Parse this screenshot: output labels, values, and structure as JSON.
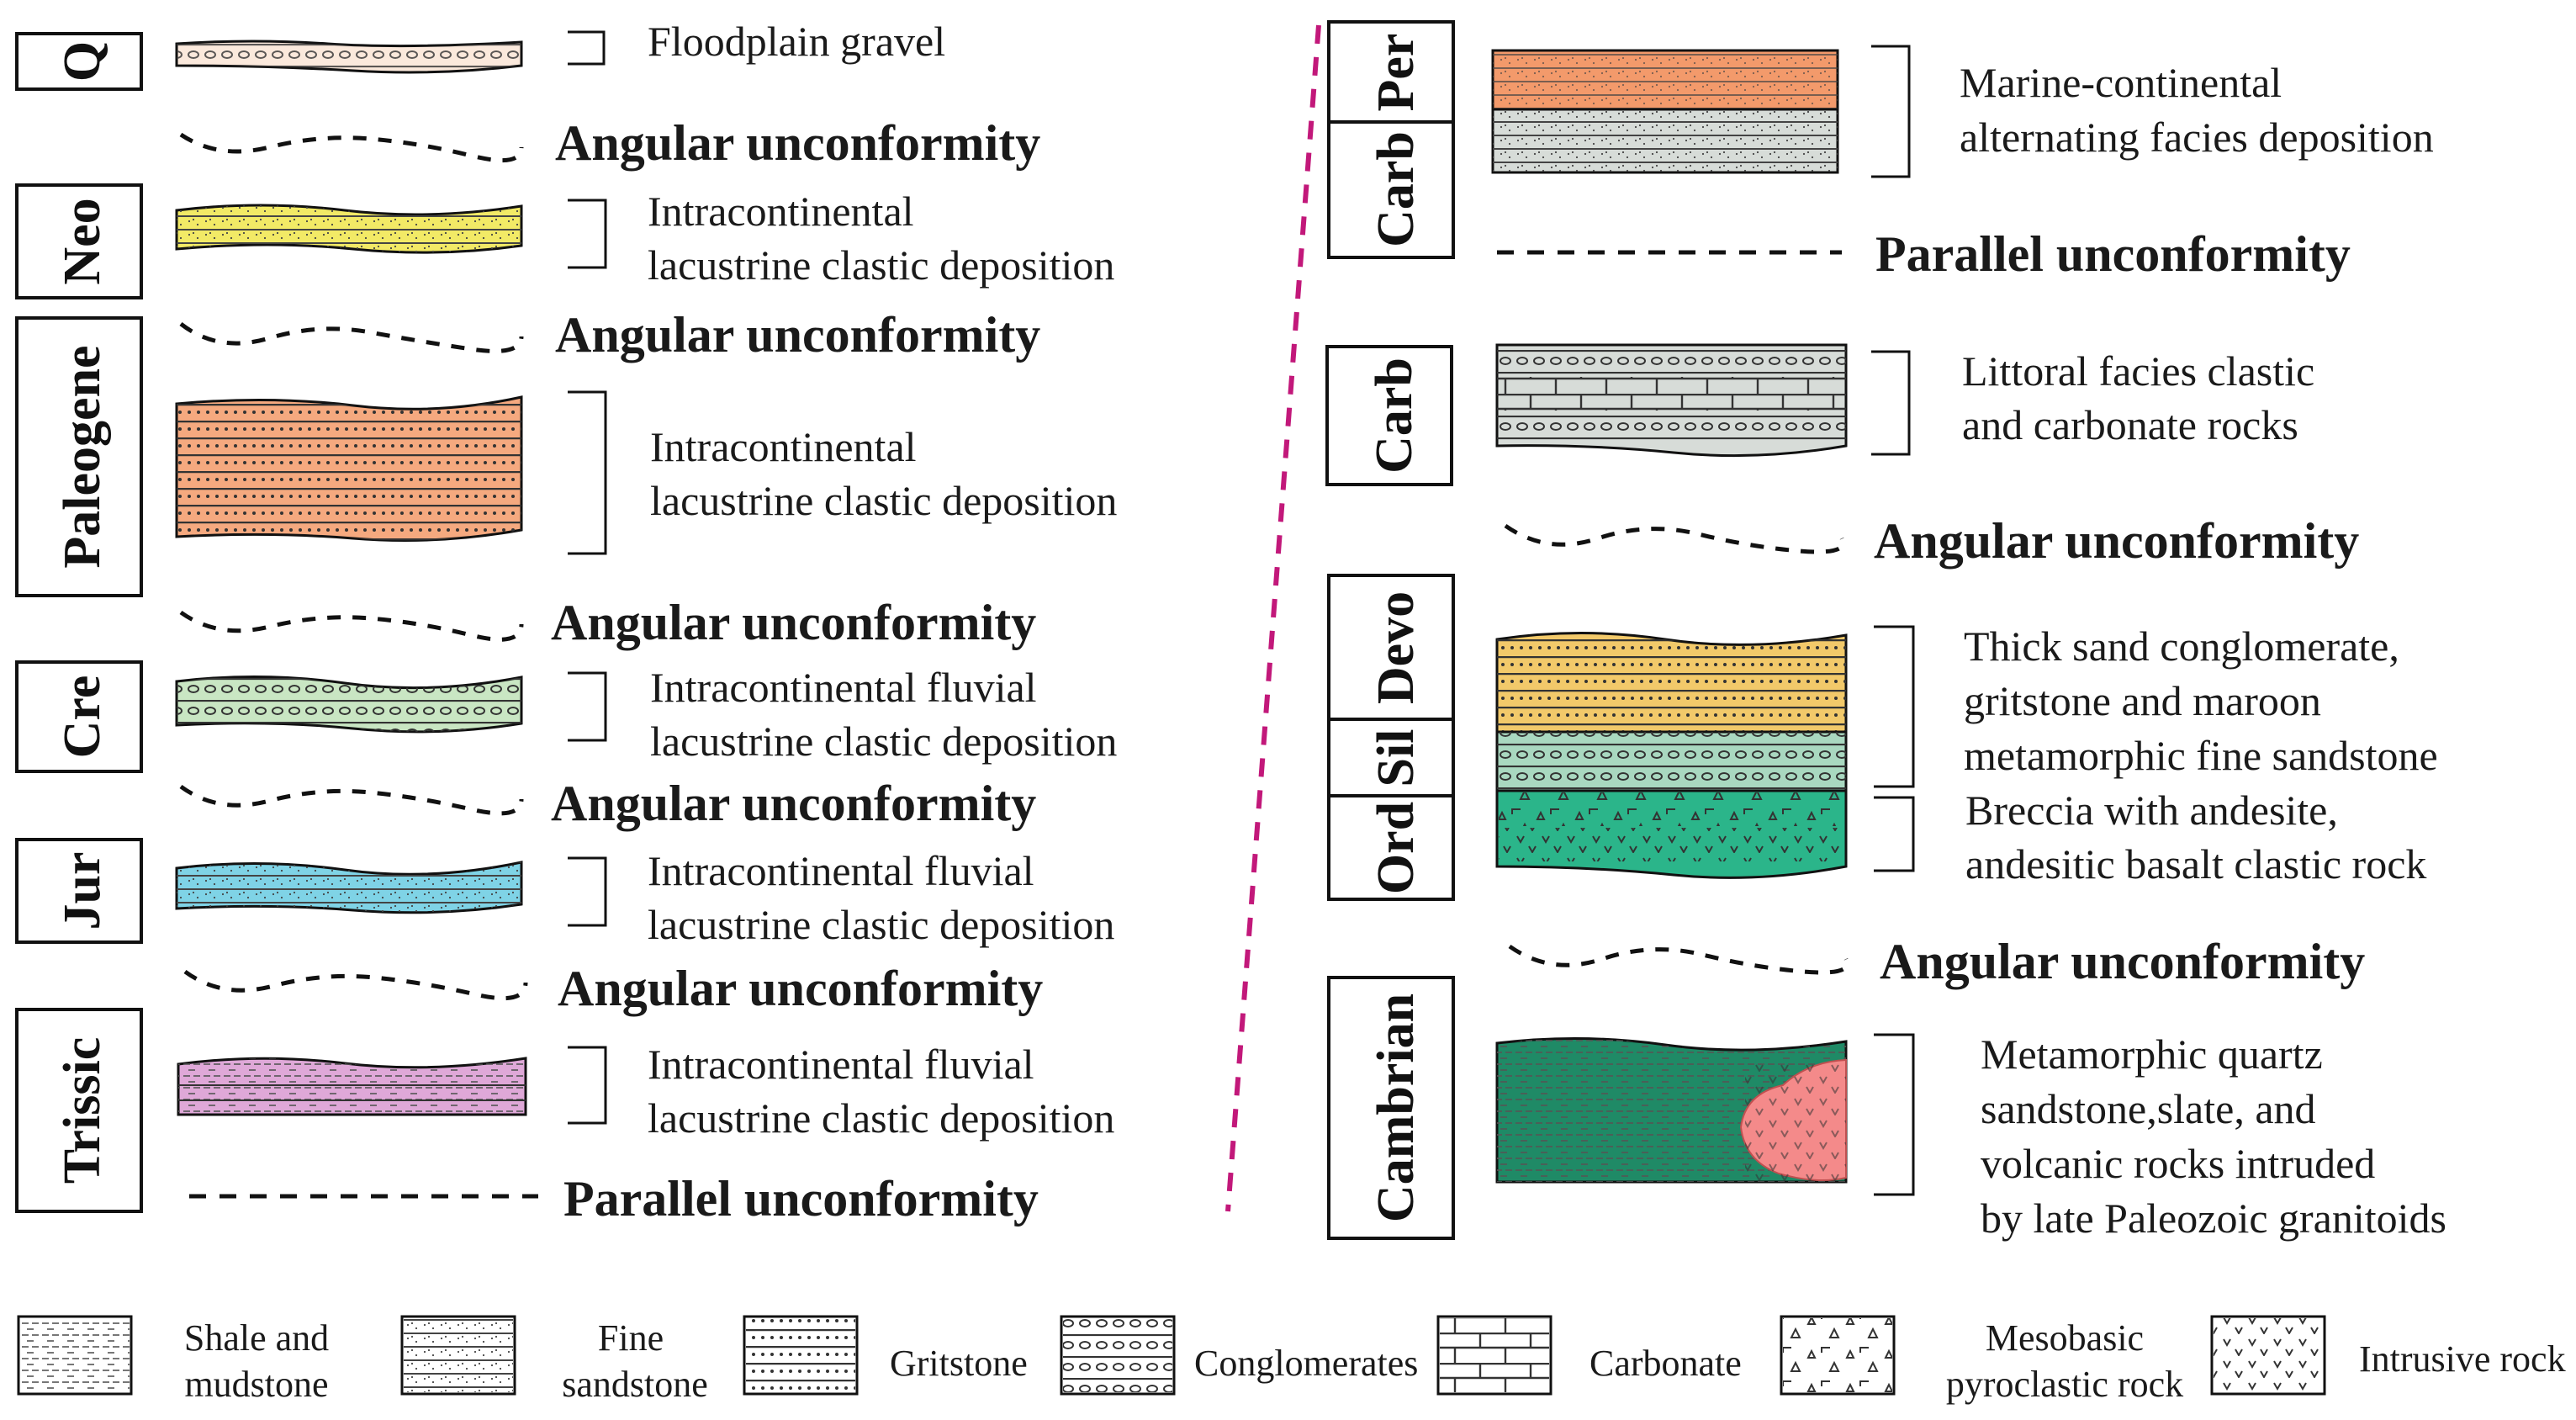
{
  "left_column": [
    {
      "era": "Q",
      "layer": "floodplain-gravel",
      "fill": "#fbe9dc",
      "pattern": "pat-conglomerate",
      "desc": [
        "Floodplain gravel"
      ]
    },
    {
      "unconformity": "Angular unconformity"
    },
    {
      "era": "Neo",
      "layer": "neogene",
      "fill": "#f2ea66",
      "pattern": "pat-fine",
      "desc": [
        "Intracontinental",
        "lacustrine clastic deposition"
      ]
    },
    {
      "unconformity": "Angular unconformity"
    },
    {
      "era": "Paleogene",
      "layer": "paleogene",
      "fill": "#f5a97f",
      "pattern": "pat-grit",
      "desc": [
        "Intracontinental",
        "lacustrine clastic deposition"
      ]
    },
    {
      "unconformity": "Angular unconformity"
    },
    {
      "era": "Cre",
      "layer": "cretaceous",
      "fill": "#c9e6c3",
      "pattern": "pat-conglomerate",
      "desc": [
        "Intracontinental fluvial",
        "lacustrine clastic deposition"
      ]
    },
    {
      "unconformity": "Angular unconformity"
    },
    {
      "era": "Jur",
      "layer": "jurassic",
      "fill": "#7fd3e6",
      "pattern": "pat-fine",
      "desc": [
        "Intracontinental fluvial",
        "lacustrine clastic deposition"
      ]
    },
    {
      "unconformity": "Angular unconformity"
    },
    {
      "era": "Trissic",
      "layer": "triassic",
      "fill": "#dfa8d8",
      "pattern": "pat-shale",
      "desc": [
        "Intracontinental fluvial",
        "lacustrine clastic deposition"
      ]
    },
    {
      "unconformity": "Parallel  unconformity"
    }
  ],
  "right_column": {
    "eras": [
      "Per",
      "Carb",
      "Carb",
      "Devo",
      "Sil",
      "Ord",
      "Cambrian"
    ],
    "descriptions": {
      "per_carb": [
        "Marine-continental",
        "alternating facies deposition"
      ],
      "carb": [
        "Littoral facies clastic",
        "and carbonate rocks"
      ],
      "devo_sil": [
        "Thick sand conglomerate,",
        "gritstone and maroon",
        "metamorphic fine sandstone"
      ],
      "ord": [
        "Breccia with andesite,",
        "andesitic basalt clastic rock"
      ],
      "cambrian": [
        "Metamorphic quartz",
        "sandstone,slate, and",
        "volcanic rocks intruded",
        "by late Paleozoic granitoids"
      ]
    },
    "unconformities": [
      "Parallel  unconformity",
      "Angular unconformity",
      "Angular unconformity"
    ],
    "colors": {
      "per_orange": "#f39a6b",
      "carb_grey": "#d7dcd8",
      "devo_yellow": "#f2c96a",
      "sil_green": "#a9d8c0",
      "ord_green": "#2bb58a",
      "cambrian_green": "#1f8a66",
      "granitoid_pink": "#f48a8a",
      "divider_magenta": "#c2187a"
    }
  },
  "legend": [
    {
      "label": [
        "Shale and",
        "mudstone"
      ],
      "pattern": "pat-shale"
    },
    {
      "label": [
        "Fine",
        "sandstone"
      ],
      "pattern": "pat-fine"
    },
    {
      "label": [
        "Gritstone"
      ],
      "pattern": "pat-grit"
    },
    {
      "label": [
        "Conglomerates"
      ],
      "pattern": "pat-conglomerate"
    },
    {
      "label": [
        "Carbonate"
      ],
      "pattern": "pat-carbonate"
    },
    {
      "label": [
        "Mesobasic",
        "pyroclastic rock"
      ],
      "pattern": "pat-pyro"
    },
    {
      "label": [
        "Intrusive rock"
      ],
      "pattern": "pat-intrusive"
    }
  ]
}
